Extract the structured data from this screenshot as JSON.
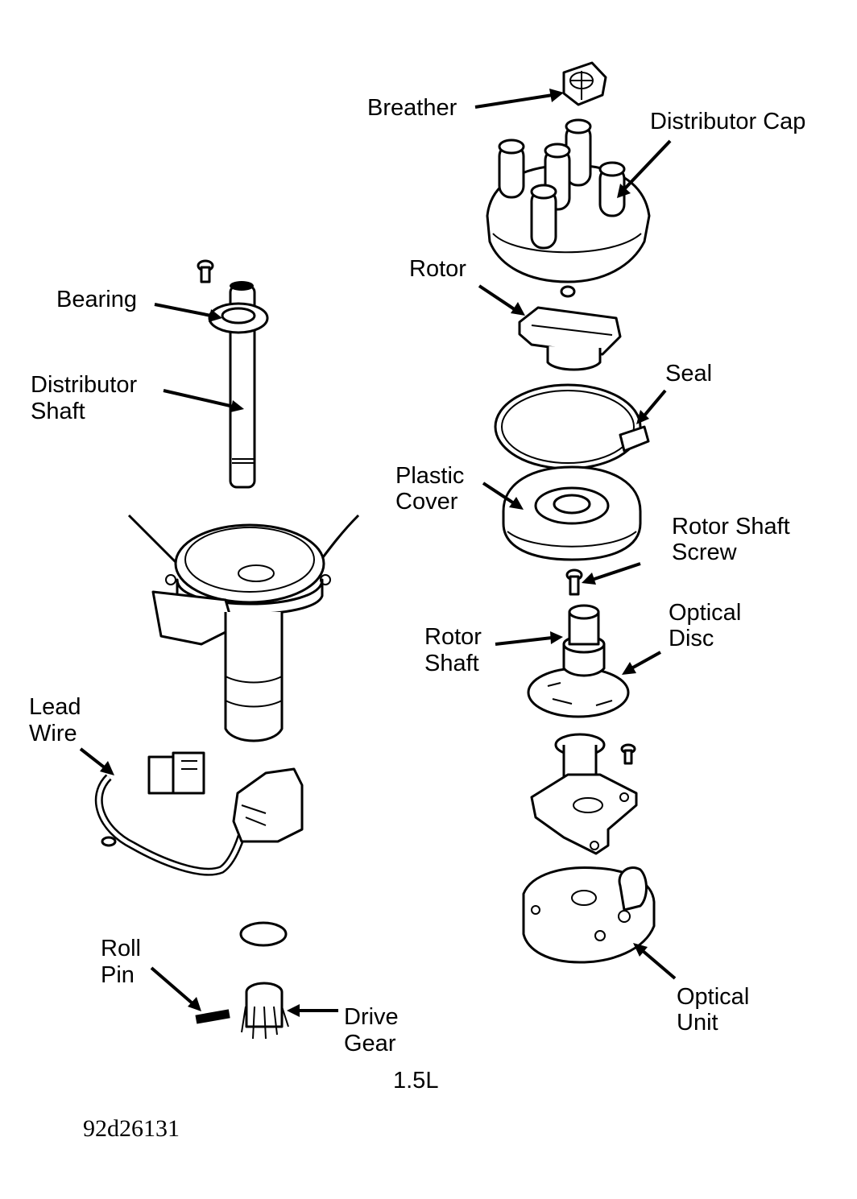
{
  "diagram": {
    "labels": {
      "breather": "Breather",
      "distributor_cap": "Distributor Cap",
      "rotor": "Rotor",
      "bearing": "Bearing",
      "distributor_shaft_1": "Distributor",
      "distributor_shaft_2": "Shaft",
      "seal": "Seal",
      "plastic_cover_1": "Plastic",
      "plastic_cover_2": "Cover",
      "rotor_shaft_screw_1": "Rotor Shaft",
      "rotor_shaft_screw_2": "Screw",
      "optical_disc_1": "Optical",
      "optical_disc_2": "Disc",
      "rotor_shaft_1": "Rotor",
      "rotor_shaft_2": "Shaft",
      "lead_wire_1": "Lead",
      "lead_wire_2": "Wire",
      "roll_pin_1": "Roll",
      "roll_pin_2": "Pin",
      "drive_gear_1": "Drive",
      "drive_gear_2": "Gear",
      "optical_unit_1": "Optical",
      "optical_unit_2": "Unit"
    },
    "caption": "1.5L",
    "figure_code": "92d26131"
  }
}
